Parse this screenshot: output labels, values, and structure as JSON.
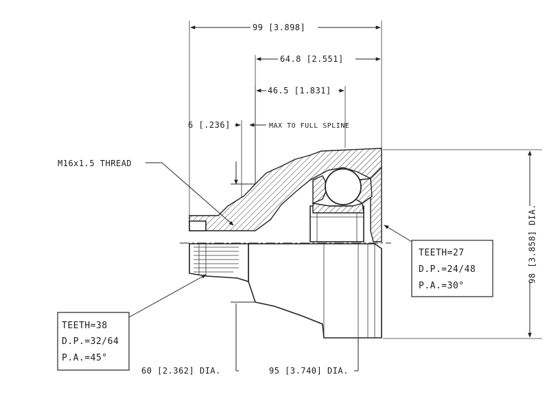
{
  "dimensions": {
    "overall_length": "99 [3.898]",
    "length_2": "64.8 [2.551]",
    "length_3": "46.5 [1.831]",
    "spline_offset": "6 [.236]",
    "spline_note": "MAX TO FULL SPLINE",
    "outer_dia": "98 [3.858] DIA.",
    "stem_dia": "60 [2.362] DIA.",
    "body_dia": "95 [3.740] DIA."
  },
  "thread_label": "M16x1.5 THREAD",
  "spline_outer": {
    "teeth": "TEETH=38",
    "dp": "D.P.=32/64",
    "pa": "P.A.=45°"
  },
  "spline_inner": {
    "teeth": "TEETH=27",
    "dp": "D.P.=24/48",
    "pa": "P.A.=30°"
  }
}
